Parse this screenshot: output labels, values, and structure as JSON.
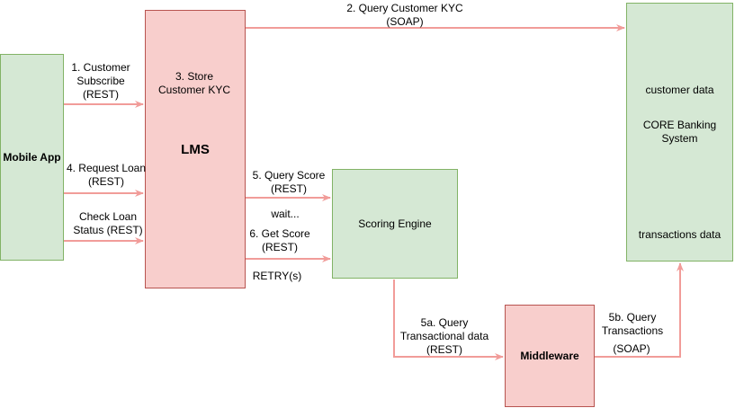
{
  "nodes": {
    "mobile_app": "Mobile App",
    "lms": "LMS",
    "scoring_engine": "Scoring Engine",
    "middleware": "Middleware",
    "core_banking": "CORE Banking\nSystem"
  },
  "databases": {
    "lms_store": "3. Store\nCustomer KYC",
    "customer_data": "customer data",
    "transactions_data": "transactions data"
  },
  "edges": {
    "e1": "1. Customer\nSubscribe\n(REST)",
    "e2": "2. Query Customer KYC\n(SOAP)",
    "e4": "4. Request Loan\n(REST)",
    "check_loan": "Check Loan\nStatus (REST)",
    "e5": "5. Query Score\n(REST)",
    "wait": "wait...",
    "e6": "6. Get Score\n(REST)",
    "retry": "RETRY(s)",
    "e5a": "5a. Query\nTransactional data\n(REST)",
    "e5b_line1": "5b. Query\nTransactions",
    "e5b_line2": "(SOAP)"
  },
  "colors": {
    "arrow": "#f19c99",
    "green_fill": "#d5e8d4",
    "green_border": "#82b366",
    "pink_fill": "#f8cecc",
    "pink_border": "#b85450",
    "db_fill": "#1f5ea8"
  }
}
